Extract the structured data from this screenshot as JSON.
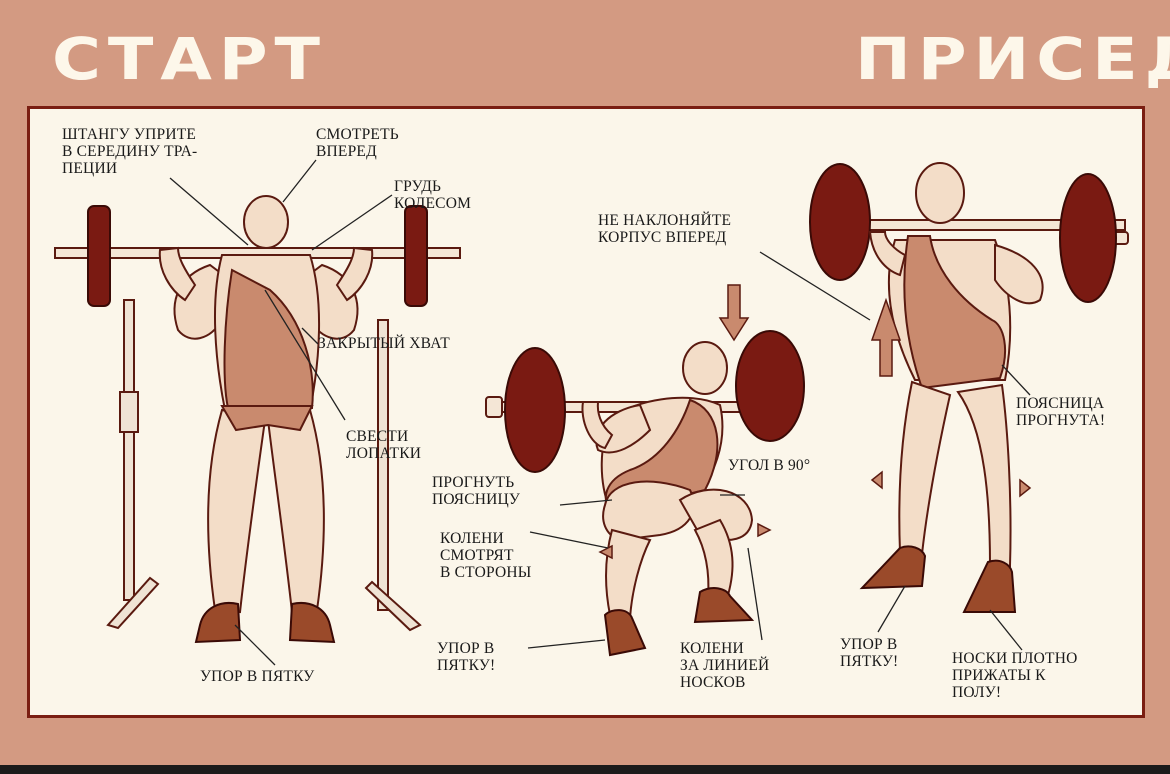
{
  "headings": {
    "start": "СТАРТ",
    "squat": "ПРИСЕД"
  },
  "labels": {
    "bar_on_traps": "ШТАНГУ УПРИТЕ\nВ СЕРЕДИНУ ТРА-\nПЕЦИИ",
    "look_forward": "СМОТРЕТЬ\nВПЕРЕД",
    "chest_out": "ГРУДЬ\nКОЛЕСОМ",
    "closed_grip": "ЗАКРЫТЫЙ ХВАТ",
    "squeeze_blades": "СВЕСТИ\nЛОПАТКИ",
    "heels_start": "УПОР В ПЯТКУ",
    "no_lean": "НЕ НАКЛОНЯЙТЕ\nКОРПУС ВПЕРЕД",
    "arch_back": "ПРОГНУТЬ\nПОЯСНИЦУ",
    "angle_90": "УГОЛ В 90°",
    "knees_sides": "КОЛЕНИ\nСМОТРЯТ\nВ СТОРОНЫ",
    "heels_squat": "УПОР В\nПЯТКУ!",
    "knees_behind_toes": "КОЛЕНИ\nЗА ЛИНИЕЙ\nНОСКОВ",
    "heels_stand": "УПОР В\nПЯТКУ!",
    "back_arched": "ПОЯСНИЦА\nПРОГНУТА!",
    "toes_pressed": "НОСКИ ПЛОТНО\nПРИЖАТЫ К\nПОЛУ!"
  },
  "colors": {
    "background": "#d39a82",
    "panel": "#fbf6ea",
    "heading_text": "#fdf7ea",
    "plate": "#7a1a12",
    "skin": "#f3ddc8",
    "singlet": "#c98a6e",
    "outline": "#5a1a10"
  }
}
